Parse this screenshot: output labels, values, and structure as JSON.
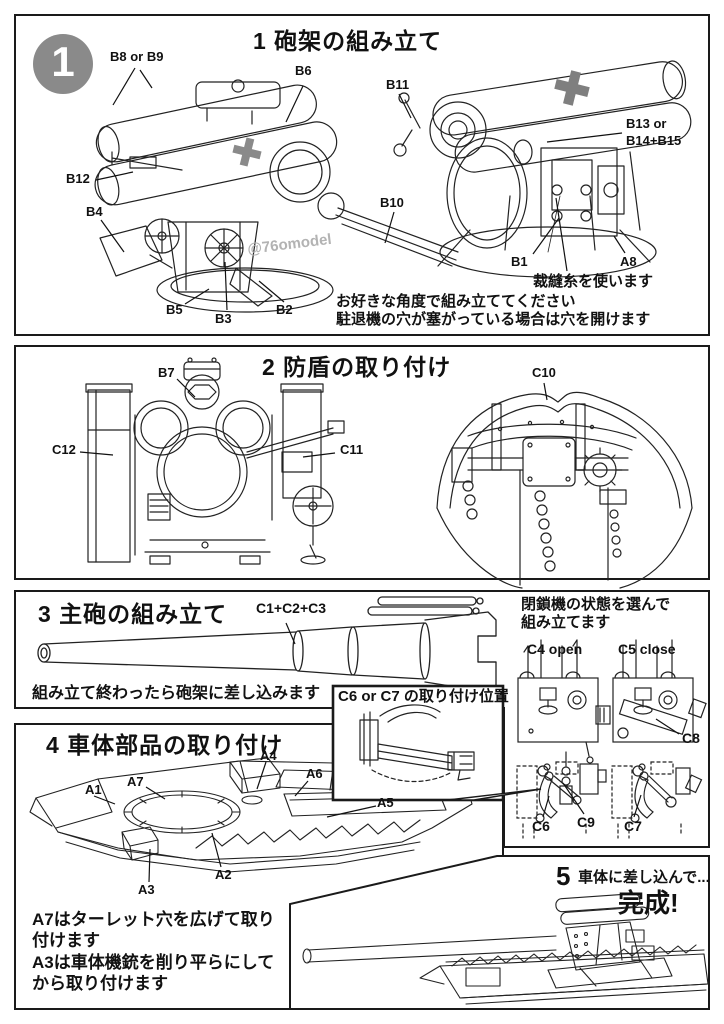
{
  "page": {
    "badge": "1",
    "watermark": "@76omodel"
  },
  "sec1": {
    "title": "1 砲架の組み立て",
    "labels": {
      "b8b9": "B8 or B9",
      "b6": "B6",
      "b11": "B11",
      "b13": "B13 or",
      "b14b15": "B14+B15",
      "b12": "B12",
      "b4": "B4",
      "b10": "B10",
      "b5": "B5",
      "b3": "B3",
      "b2": "B2",
      "b1": "B1",
      "a8": "A8"
    },
    "note_thread": "裁縫糸を使います",
    "note_angle1": "お好きな角度で組み立ててください",
    "note_angle2": "駐退機の穴が塞がっている場合は穴を開けます"
  },
  "sec2": {
    "title": "2 防盾の取り付け",
    "labels": {
      "b7": "B7",
      "c12": "C12",
      "c11": "C11",
      "c10": "C10"
    }
  },
  "sec3": {
    "title": "3 主砲の組み立て",
    "label_c123": "C1+C2+C3",
    "note_insert": "組み立て終わったら砲架に差し込みます",
    "note_breech1": "閉鎖機の状態を選んで",
    "note_breech2": "組み立てます",
    "labels": {
      "c4": "C4 open",
      "c5": "C5 close",
      "c8": "C8",
      "c6": "C6",
      "c9": "C9",
      "c7": "C7"
    }
  },
  "inset": {
    "title": "C6 or C7 の取り付け位置"
  },
  "sec4": {
    "title": "4 車体部品の取り付け",
    "labels": {
      "a1": "A1",
      "a2": "A2",
      "a3": "A3",
      "a4": "A4",
      "a5": "A5",
      "a6": "A6",
      "a7": "A7"
    },
    "note_a7": "A7はターレット穴を広げて取り付けます",
    "note_a3": "A3は車体機銃を削り平らにしてから取り付けます"
  },
  "sec5": {
    "step": "5",
    "caption": "車体に差し込んで...",
    "done": "完成!"
  }
}
